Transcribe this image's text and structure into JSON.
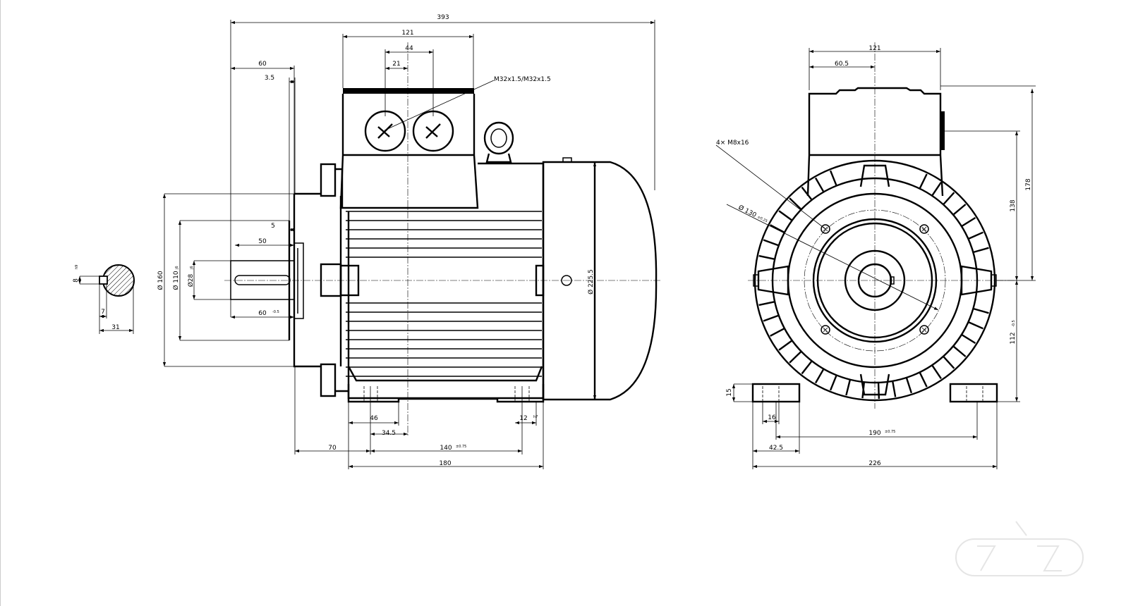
{
  "drawing": {
    "callouts": {
      "cable_entries": "M32x1.5/M32x1.5",
      "flange_holes": "4× M8x16",
      "pitch_circle": "Ø 130",
      "pitch_circle_tol": "±0.25"
    },
    "dimensions": {
      "overall_length": "393",
      "terminal_box_length": "121",
      "gland_spacing": "44",
      "gland_offset": "21",
      "shaft_to_flange": "60",
      "flange_spigot": "3.5",
      "flange_thickness": "5",
      "key_length": "50",
      "shaft_length": "60",
      "shaft_length_tol": "-0.5",
      "foot_slot_width": "46",
      "foot_to_box": "34.5",
      "foot_hole": "12",
      "foot_hole_tol": "h7",
      "flange_to_foot": "70",
      "foot_hole_spacing": "140",
      "foot_hole_spacing_tol": "±0.75",
      "foot_length": "180",
      "key_width": "8",
      "key_width_tol": "h9",
      "key_depth": "7",
      "shaft_height": "31",
      "flange_diameter": "Ø 160",
      "spigot_diameter": "Ø 110",
      "spigot_diameter_tol": "j6",
      "shaft_diameter": "Ø28",
      "shaft_diameter_tol": "j6",
      "fan_cover_diameter": "Ø 225.5",
      "box_width": "121",
      "box_offset": "60.5",
      "foot_hole_edge": "16",
      "foot_edge_to_hole": "42.5",
      "foot_width_spacing": "190",
      "foot_width_spacing_tol": "±0.75",
      "overall_width": "226",
      "overall_height_above_axis": "178",
      "box_height_above_axis": "138",
      "shaft_height_axis": "112",
      "shaft_height_axis_tol": "-0.5",
      "foot_thickness": "15"
    },
    "watermark": "Z&Z"
  }
}
